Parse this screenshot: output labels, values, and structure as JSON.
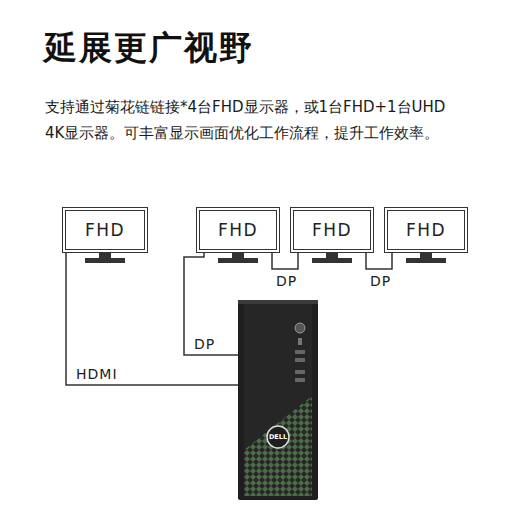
{
  "diagram": {
    "title": "延展更广视野",
    "caption": "支持通过菊花链链接*4台FHD显示器，或1台FHD+1台UHD 4K显示器。可丰富显示画面优化工作流程，提升工作效率。",
    "nodes": [
      {
        "text": [
          "FHD"
        ]
      },
      {
        "text": [
          "FHD"
        ]
      },
      {
        "text": [
          "FHD"
        ]
      },
      {
        "text": [
          "FHD"
        ]
      },
      {
        "text": [
          "DELL"
        ]
      }
    ],
    "edges": [
      {
        "from": 0,
        "to": 4,
        "label": "HDMI",
        "arrow": "none"
      },
      {
        "from": 1,
        "to": 4,
        "label": "DP",
        "arrow": "none"
      },
      {
        "from": 1,
        "to": 2,
        "label": "DP",
        "arrow": "none"
      },
      {
        "from": 2,
        "to": 3,
        "label": "DP",
        "arrow": "none"
      }
    ]
  }
}
